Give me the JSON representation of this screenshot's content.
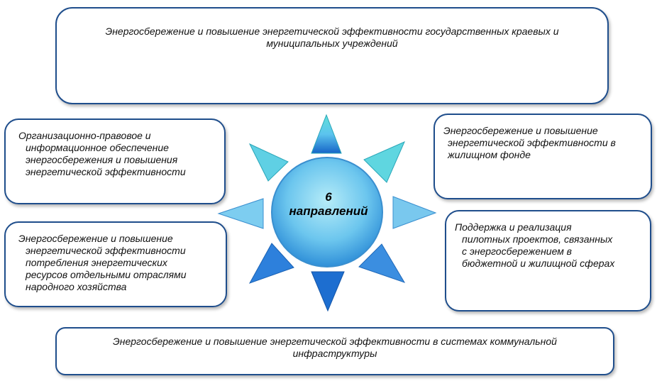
{
  "center": {
    "number": "6",
    "label": "направлений"
  },
  "boxes": {
    "top": {
      "lines": [
        "Энергосбережение и повышение энергетической эффективности государственных краевых и",
        "муниципальных учреждений"
      ]
    },
    "left_top": {
      "lines": [
        "Организационно-правовое и",
        "информационное обеспечение",
        "энергосбережения и повышения",
        "энергетической эффективности"
      ]
    },
    "right_top": {
      "lines": [
        "Энергосбережение и повышение",
        "энергетической эффективности в",
        "жилищном фонде"
      ]
    },
    "left_bottom": {
      "lines": [
        "Энергосбережение и повышение",
        "энергетической эффективности",
        "потребления энергетических",
        "ресурсов отдельными отраслями",
        "народного хозяйства"
      ]
    },
    "right_bottom": {
      "lines": [
        "Поддержка и реализация",
        "пилотных  проектов, связанных",
        "с энергосбережением в",
        "бюджетной и жилищной сферах"
      ]
    },
    "bottom": {
      "lines": [
        "Энергосбережение и повышение энергетической эффективности  в системах коммунальной",
        "инфраструктуры"
      ]
    }
  },
  "colors": {
    "border": "#1f4e8c",
    "ray_light": "#5fd6e0",
    "ray_dark": "#1565c8",
    "center_light": "#9fe0f2",
    "center_dark": "#2f8fd8"
  }
}
